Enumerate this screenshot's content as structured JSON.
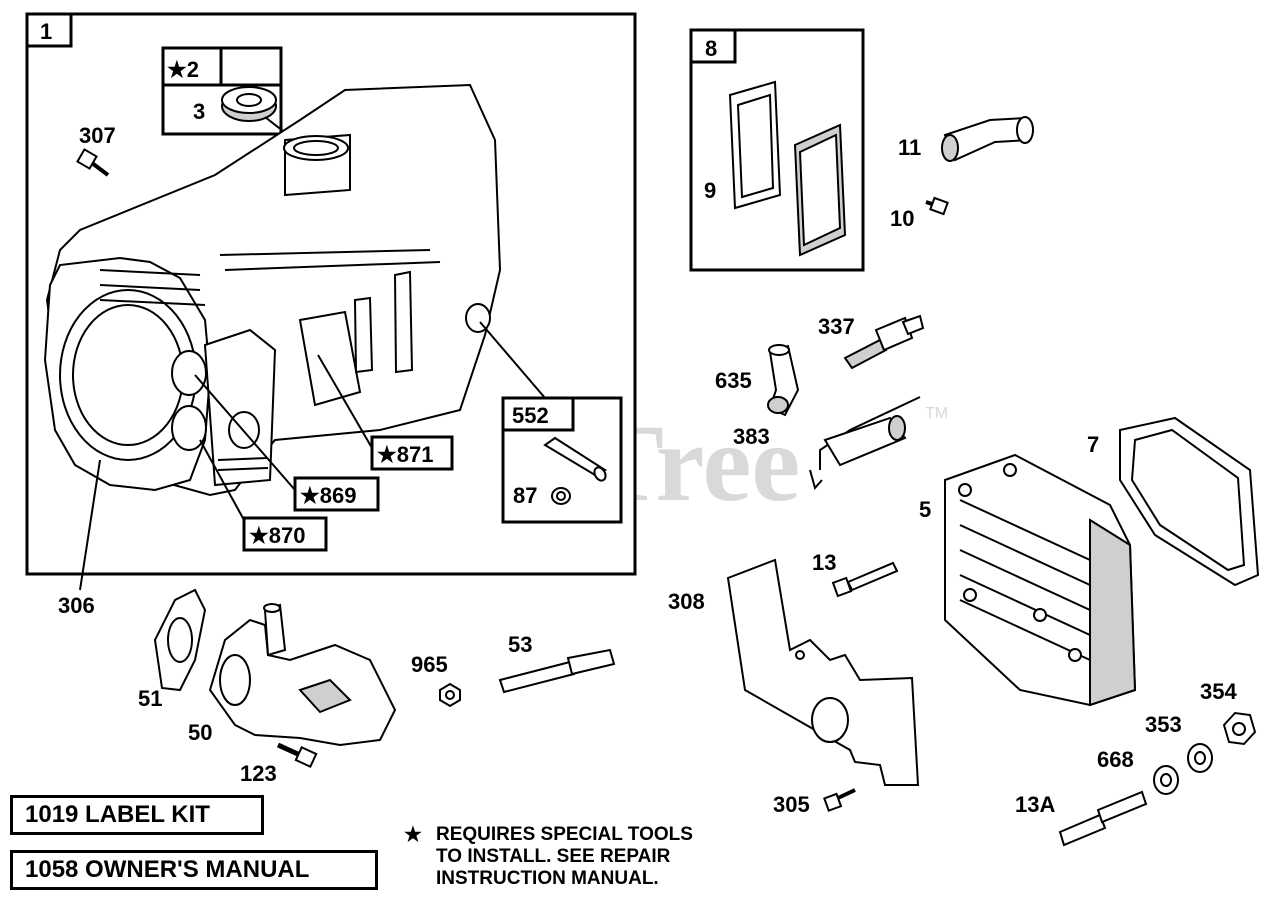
{
  "watermark": {
    "text": "PartsTree",
    "trademark": "TM"
  },
  "groups": {
    "engine_block": {
      "number": "1"
    },
    "seal_group": {
      "star_part": "★2",
      "part": "3"
    },
    "intake_gasket_group": {
      "number": "8",
      "part": "9"
    },
    "pin_group": {
      "number": "552",
      "part": "87"
    }
  },
  "starred_labels": {
    "p871": "★871",
    "p869": "★869",
    "p870": "★870"
  },
  "part_labels": {
    "p307": "307",
    "p306": "306",
    "p11": "11",
    "p10": "10",
    "p337": "337",
    "p635": "635",
    "p383": "383",
    "p7": "7",
    "p5": "5",
    "p13": "13",
    "p308": "308",
    "p51": "51",
    "p50": "50",
    "p123": "123",
    "p965": "965",
    "p53": "53",
    "p354": "354",
    "p353": "353",
    "p668": "668",
    "p13a": "13A",
    "p305": "305"
  },
  "kits": {
    "label_kit": "1019 LABEL KIT",
    "owners_manual": "1058 OWNER'S MANUAL"
  },
  "note": {
    "symbol": "★",
    "lines": [
      "REQUIRES SPECIAL TOOLS",
      "TO INSTALL.  SEE REPAIR",
      "INSTRUCTION MANUAL."
    ]
  }
}
